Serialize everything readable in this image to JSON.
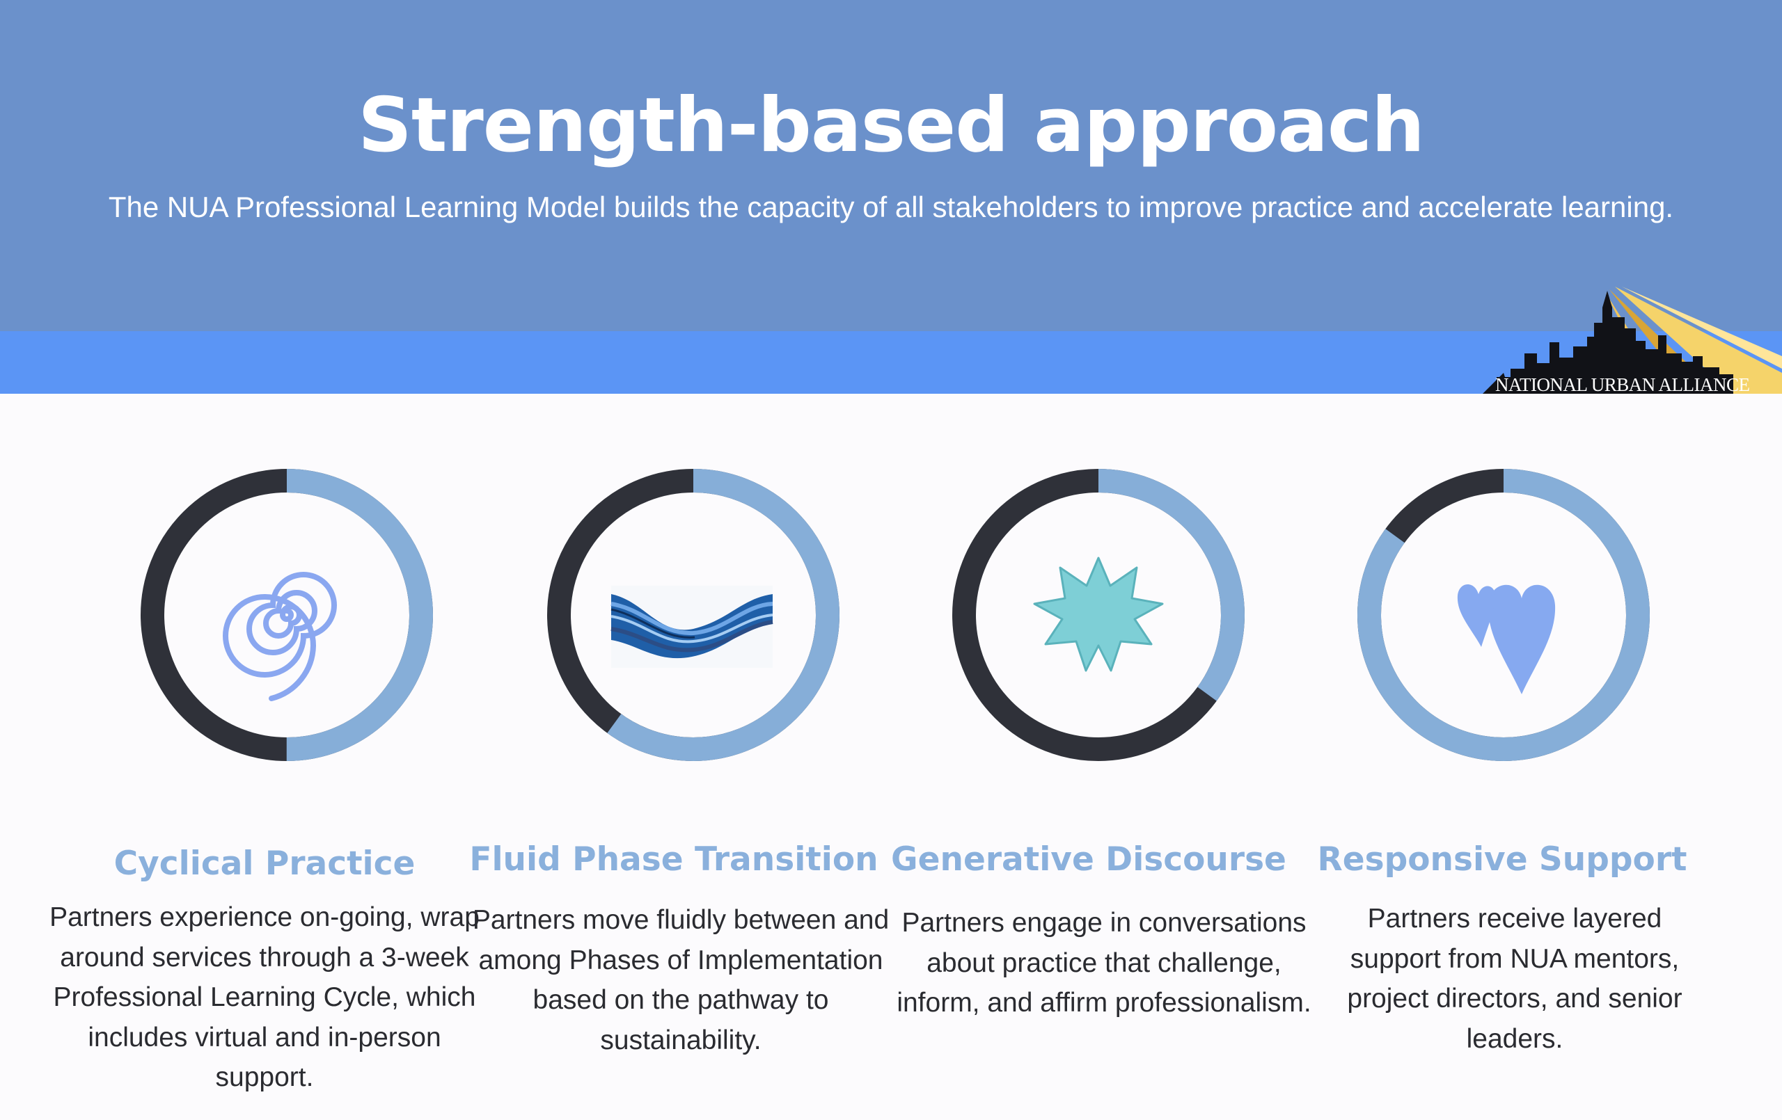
{
  "header": {
    "title": "Strength-based approach",
    "subtitle": "The NUA Professional Learning Model  builds the capacity of all stakeholders to improve practice and accelerate learning.",
    "logo_text": "NATIONAL URBAN ALLIANCE",
    "colors": {
      "header_band": "#6b91cb",
      "accent_band": "#5b95f5",
      "heading_text": "#8ab0dc",
      "ring_dark": "#2f3139",
      "ring_light": "#86aed8"
    }
  },
  "columns": [
    {
      "heading": "Cyclical Practice",
      "body": "Partners experience on-going, wrap around services through a 3-week Professional Learning Cycle, which includes virtual and in-person support.",
      "icon": "spiral-icon",
      "progress_light_fraction": 0.5
    },
    {
      "heading": "Fluid Phase Transition",
      "body": "Partners move fluidly between and among Phases of Implementation based on the pathway to sustainability.",
      "icon": "wave-brush-icon",
      "progress_light_fraction": 0.6
    },
    {
      "heading": "Generative Discourse",
      "body": "Partners engage in conversations about practice that challenge, inform, and affirm professionalism.",
      "icon": "star-burst-icon",
      "progress_light_fraction": 0.35
    },
    {
      "heading": "Responsive Support",
      "body": "Partners receive layered support from NUA mentors, project directors, and senior leaders.",
      "icon": "hearts-icon",
      "progress_light_fraction": 0.85
    }
  ]
}
